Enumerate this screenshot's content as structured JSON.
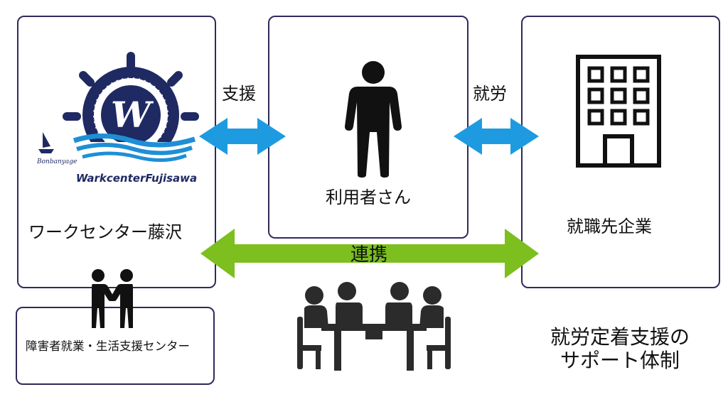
{
  "nodes": {
    "workcenter": {
      "label": "ワークセンター藤沢",
      "logo_text": "WarkcenterFujisawa",
      "logo_script": "Bonbanyage",
      "logo_letter": "W"
    },
    "user": {
      "label": "利用者さん"
    },
    "employer": {
      "label": "就職先企業"
    },
    "support_center": {
      "label": "障害者就業・生活支援センター"
    }
  },
  "edges": {
    "workcenter_user": {
      "label": "支援",
      "color": "#1e9be0",
      "direction": "both"
    },
    "user_employer": {
      "label": "就労",
      "color": "#1e9be0",
      "direction": "both"
    },
    "workcenter_employer": {
      "label": "連携",
      "color": "#7cbf1f",
      "direction": "both"
    }
  },
  "caption": {
    "line1": "就労定着支援の",
    "line2": "サポート体制"
  },
  "colors": {
    "box_border": "#2f2a5c",
    "logo_navy": "#1f2a63",
    "logo_wave": "#1e8fd6",
    "icon": "#111111"
  },
  "icons": [
    "ship-wheel-logo",
    "person-icon",
    "office-building-icon",
    "handshake-icon",
    "meeting-table-icon"
  ]
}
